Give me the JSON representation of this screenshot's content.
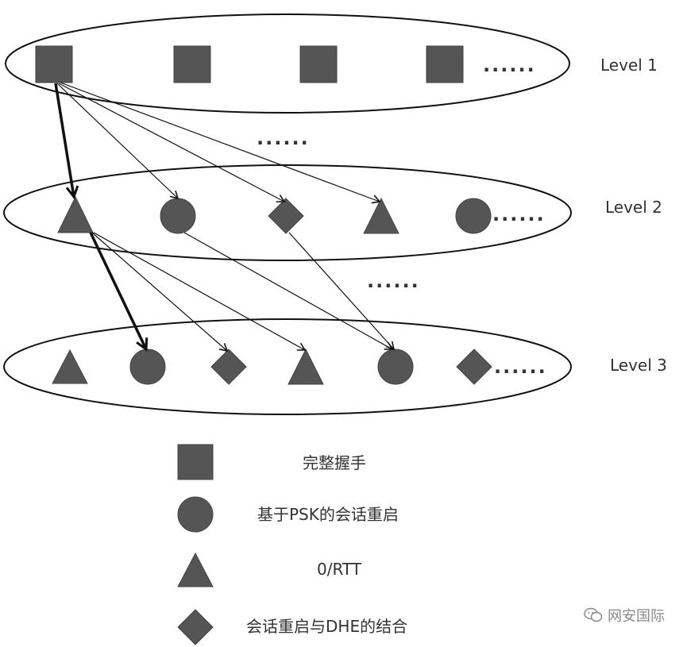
{
  "levels": [
    {
      "label": "Level 1"
    },
    {
      "label": "Level 2"
    },
    {
      "label": "Level 3"
    }
  ],
  "ellipsis": "......",
  "legend": [
    {
      "shape": "square",
      "label": "完整握手"
    },
    {
      "shape": "circle",
      "label": "基于PSK的会话重启"
    },
    {
      "shape": "triangle",
      "label": "0/RTT"
    },
    {
      "shape": "diamond",
      "label": "会话重启与DHE的结合"
    }
  ],
  "watermark": {
    "text": "网安国际",
    "icon": "wechat-icon"
  },
  "colors": {
    "shape_fill": "#555555",
    "shape_stroke": "#444444",
    "line": "#111111",
    "watermark": "#8a8a8a"
  }
}
